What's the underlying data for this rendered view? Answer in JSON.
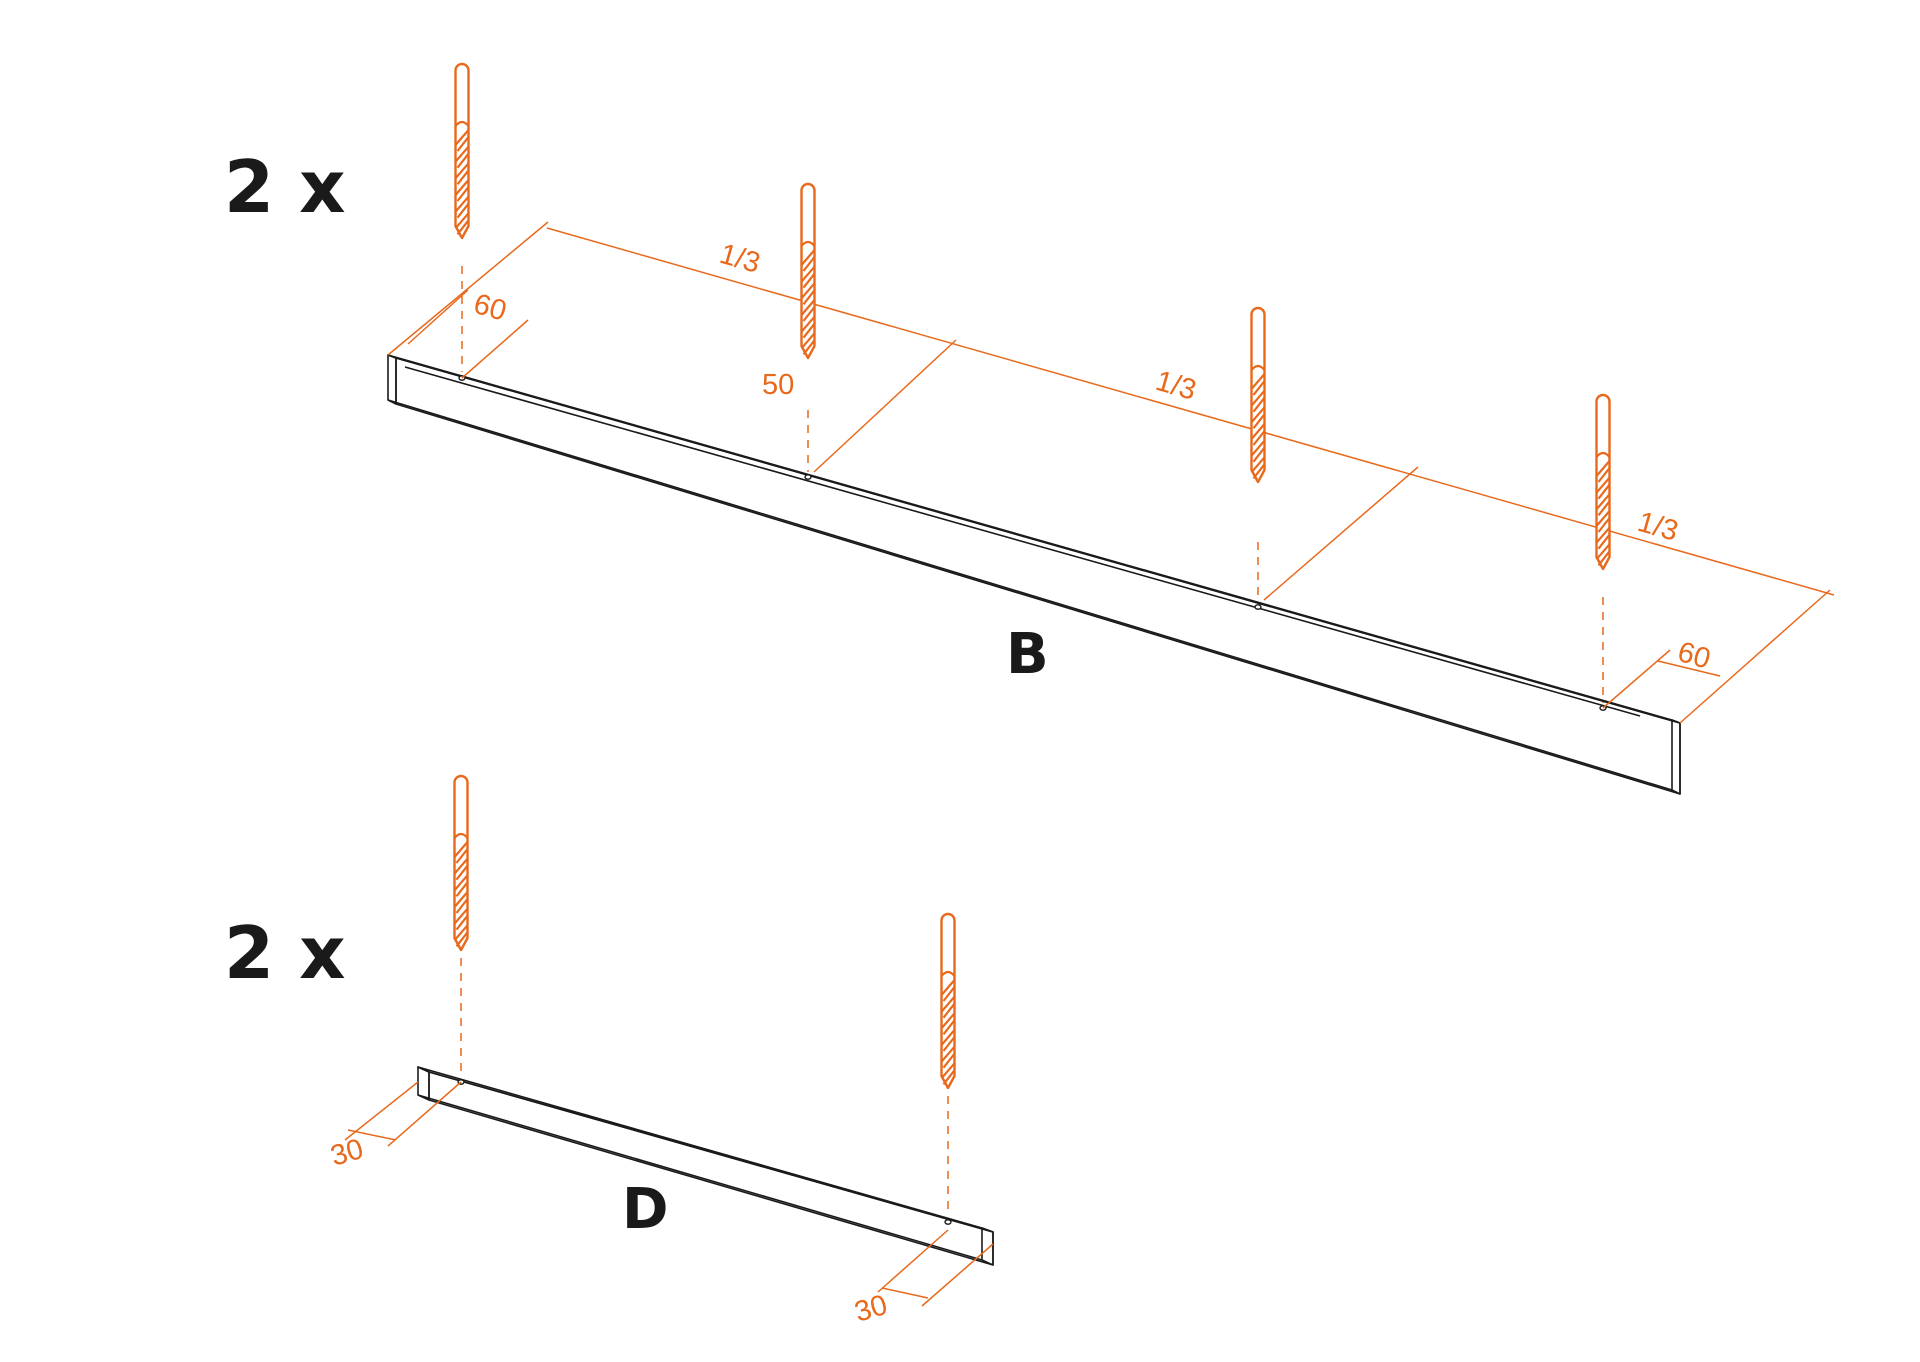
{
  "colors": {
    "accent": "#e8691c",
    "ink": "#1a1a1a",
    "background": "#ffffff"
  },
  "icons": [
    "drill-bit-icon"
  ],
  "section_b": {
    "quantity": "2 x",
    "part_label": "B",
    "dimensions": {
      "end_offset_left": "60",
      "edge_offset": "50",
      "spacing_1": "1/3",
      "spacing_2": "1/3",
      "spacing_3": "1/3",
      "end_offset_right": "60"
    }
  },
  "section_d": {
    "quantity": "2 x",
    "part_label": "D",
    "dimensions": {
      "end_offset_left": "30",
      "end_offset_right": "30"
    }
  }
}
